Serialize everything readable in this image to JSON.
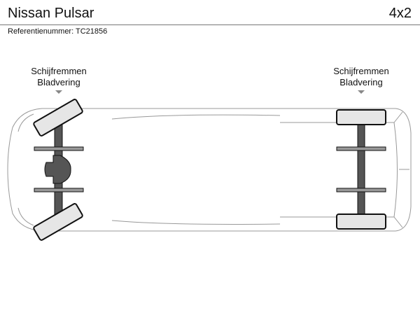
{
  "header": {
    "title": "Nissan Pulsar",
    "configuration": "4x2"
  },
  "reference": "Referentienummer: TC21856",
  "axles": [
    {
      "brake": "Schijfremmen",
      "suspension": "Bladvering"
    },
    {
      "brake": "Schijfremmen",
      "suspension": "Bladvering"
    }
  ],
  "colors": {
    "wheel_fill": "#e6e6e6",
    "axle": "#555555",
    "outline": "#999999"
  }
}
